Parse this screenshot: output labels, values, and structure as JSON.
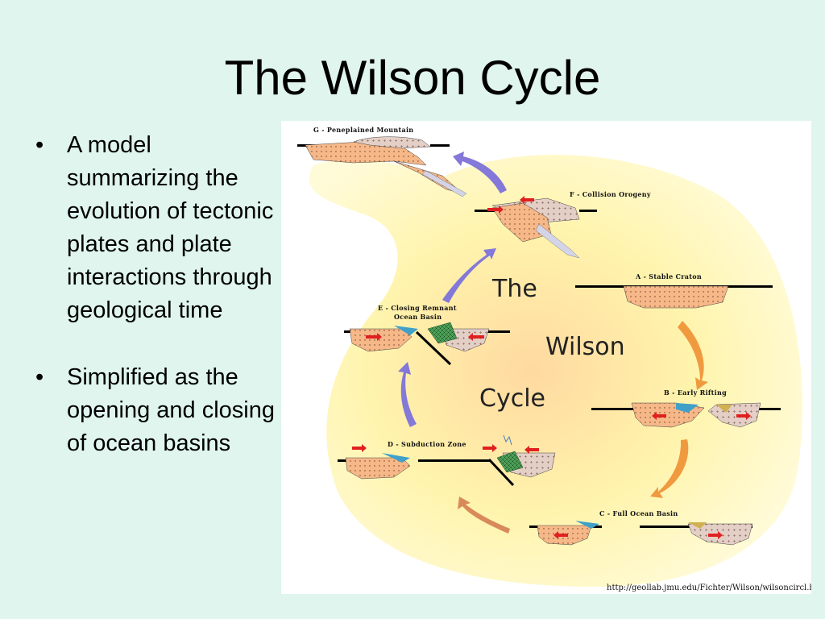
{
  "slide": {
    "title": "The Wilson Cycle",
    "bullets": [
      "A model summarizing the evolution of tectonic plates and plate interactions through geological time",
      "Simplified as the opening and closing of ocean basins"
    ]
  },
  "diagram": {
    "center_label": [
      "The",
      "Wilson",
      "Cycle"
    ],
    "stages": [
      {
        "id": "A",
        "label": "A - Stable Craton"
      },
      {
        "id": "B",
        "label": "B - Early Rifting"
      },
      {
        "id": "C",
        "label": "C - Full Ocean Basin"
      },
      {
        "id": "D",
        "label": "D - Subduction Zone"
      },
      {
        "id": "E",
        "label_line1": "E - Closing Remnant",
        "label_line2": "Ocean Basin"
      },
      {
        "id": "F",
        "label": "F - Collision Orogeny"
      },
      {
        "id": "G",
        "label": "G - Peneplained Mountain"
      }
    ],
    "source_url": "http://geollab.jmu.edu/Fichter/Wilson/wilsoncircl.html"
  },
  "colors": {
    "background": "#dff5ee",
    "blob": "#fff2a6",
    "crust": "#f6ba86",
    "sediment": "#e8d4c8",
    "plate_motion": "#e02020",
    "arrow_purple": "#8478d8",
    "arrow_orange": "#f09a40"
  }
}
